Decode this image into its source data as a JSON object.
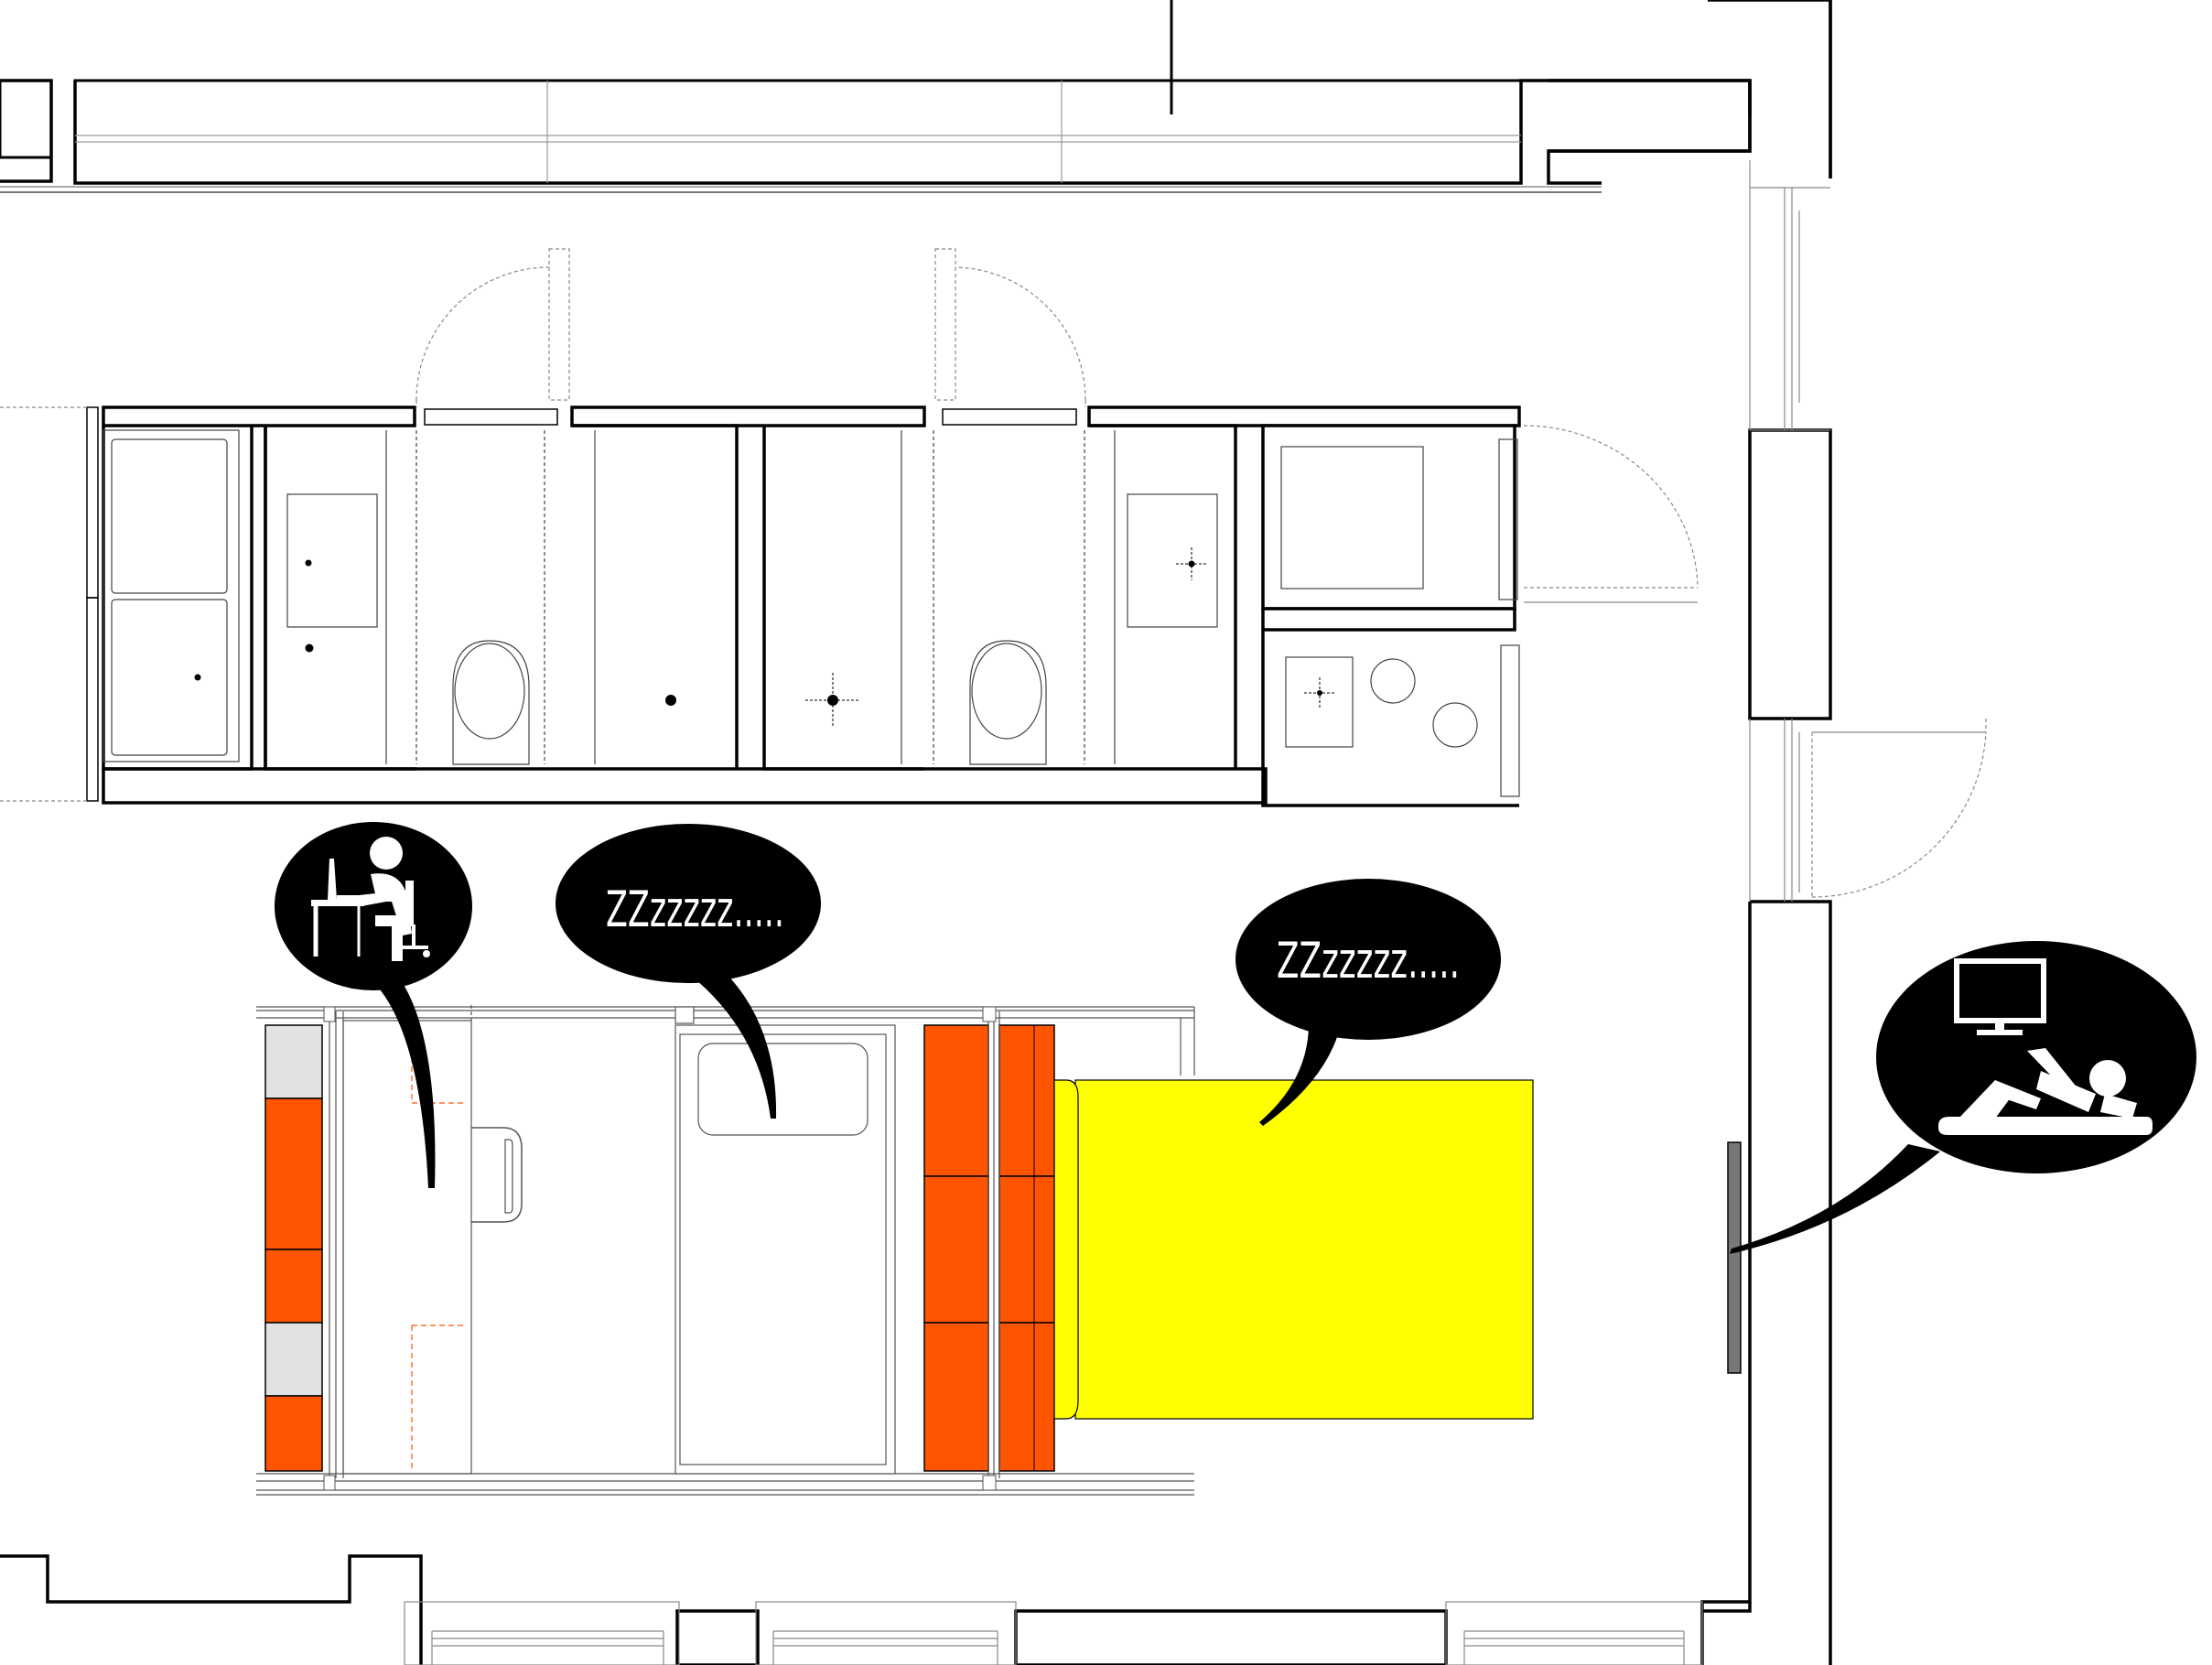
{
  "plan": {
    "title": "",
    "accent_colors": {
      "storage_orange": "#FF5500",
      "bed_yellow": "#FFFF00",
      "bubble_black": "#000000",
      "wall_line": "#000000",
      "light_grey": "#e2e2e2",
      "tv_grey": "#777777"
    }
  },
  "bubbles": [
    {
      "id": "work",
      "icon": "person-at-desk-with-laptop-icon",
      "text": ""
    },
    {
      "id": "sleep-single",
      "icon": "sleep-text",
      "text": "ZZzzzzz....."
    },
    {
      "id": "sleep-double",
      "icon": "sleep-text",
      "text": "ZZzzzzz....."
    },
    {
      "id": "tv",
      "icon": "person-lying-watching-tv-icon",
      "text": ""
    }
  ],
  "furniture": {
    "double_bed": "yellow",
    "storage_walls": "orange",
    "single_bed": "white",
    "desk": "white"
  }
}
